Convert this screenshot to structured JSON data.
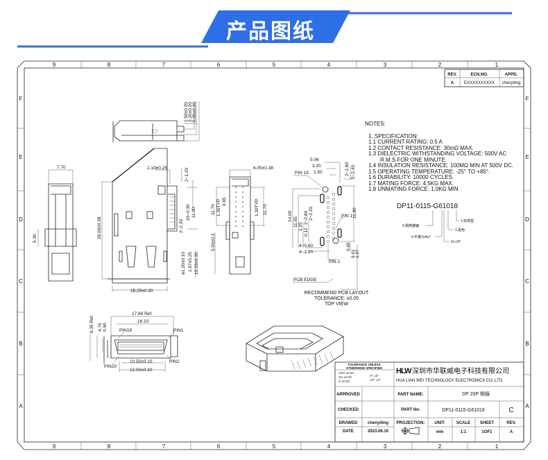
{
  "banner": {
    "title": "产品图纸",
    "accent": "#2f6fe6"
  },
  "frame": {
    "columns": [
      "9",
      "8",
      "7",
      "6",
      "5",
      "4",
      "3",
      "2",
      "1"
    ],
    "rows": [
      "F",
      "E",
      "D",
      "C",
      "B",
      "A"
    ]
  },
  "revision": {
    "headers": [
      "REV.",
      "ECN.NO.",
      "APPD."
    ],
    "row": [
      "A",
      "EXXXXXXXXXX",
      "chenyiting"
    ]
  },
  "notes": {
    "title": "NOTES:",
    "lines": [
      "1. SPECIFICATION:",
      "1.1  CURRENT RATING: 0.5 A",
      "1.2  CONTACT RESISTANCE: 30mΩ MAX.",
      "1.3  DIELECTRIC WITHSTANDING VOLTAGE: 500V AC",
      "R.M.S FOR ONE MINUTE.",
      "1.4  INSULATION RESISTANCE: 100MΩ MIN AT 500V DC.",
      "1.5  OPERATING TEMPERATURE: -25° TO +85°.",
      "1.6  DURABILITY: 10000 CYCLES.",
      "1.7  MATING FORCE: 4.5KG MAX.",
      "1.8  UNMATING FORCE: 1.0KG MIN"
    ]
  },
  "part_code": {
    "code": "DP11-0115-G61018",
    "legend": [
      "1:双排直",
      "1:黑色",
      "5:铜壳镀镍",
      "6:半金G/Au*",
      "6:LCP"
    ]
  },
  "dims": {
    "side_top": [
      "1.50±0.20",
      "3.20±0.20",
      "5.05±0.20"
    ],
    "left_view": [
      "7.70",
      "5.30"
    ],
    "front_view": [
      "2.10±0.25",
      "2~1.20",
      "28.00±0.38",
      "20~0.30",
      "11.80",
      "2~2.20",
      "ø1.20±0.10",
      "1.97±0.25",
      "10.33±0.30",
      "18.25±0.30"
    ],
    "side_view": [
      "6.05±0.38",
      "11.70",
      "1.30TYP",
      "0.65",
      "1.30TYP.",
      "11.70",
      "5.03±0.3"
    ],
    "pcb": [
      "5.06",
      "3.20",
      "1.50",
      "PIN 19",
      "2~1.80",
      "2~2.40",
      "14.00",
      "11.55",
      "1.15",
      "2~2.80",
      "0.12",
      "2~2.20",
      "PIN 1",
      "11.80",
      "4~0.60",
      "4~1.20",
      "0.65",
      "9.61",
      "1.97",
      "PIN 2",
      "PCB EDGE"
    ],
    "pcb_caption": [
      "RECOMMEND PCB LAYOUT",
      "TOLERANCE: ±0.05",
      "TOP VIEW"
    ],
    "bottom_view": [
      "17.69 Ref.",
      "16.10",
      "PIN19",
      "PIN1",
      "6.35 Ref.",
      "4.76",
      "0.90",
      "PIN20",
      "PIN2",
      "10.50±0.10",
      "12.00±0.10"
    ]
  },
  "title_block": {
    "tolerance_title": [
      "TOLERANCE UNLESS",
      "OTHERWISE SPECIFIED"
    ],
    "tolerance_values": [
      ".XXX ±0.10",
      ".XX ±0.20",
      ".X ±0.30",
      ".X° ±3°",
      ".XX° ±2°"
    ],
    "logo": "HLW",
    "company_cn": "深圳市华联威电子科技有限公司",
    "company_en": "HUA LIAN WEI TECHNOLOGY ELECTRONICS CO.,LTD.",
    "approved_label": "APPROVED",
    "checked_label": "CHECKED",
    "drawed_label": "DRAWED",
    "drawed_value": "chenyiting",
    "date_label": "DATE",
    "date_value": "2023.06.10",
    "part_name_label": "PART NAME:",
    "part_name_value": "DP 20P 侧插",
    "part_no_label": "PART No:",
    "part_no_value": "DP11-0115-G61018",
    "part_no_rev": "C",
    "projection_label": "PROJECTION:",
    "unit_label": "UNIT:",
    "unit_value": "mm",
    "scale_label": "SCALE",
    "scale_value": "1:1",
    "sheet_label": "SHEET",
    "sheet_value": "1OF1",
    "rev_label": "REV.",
    "rev_value": "A"
  }
}
